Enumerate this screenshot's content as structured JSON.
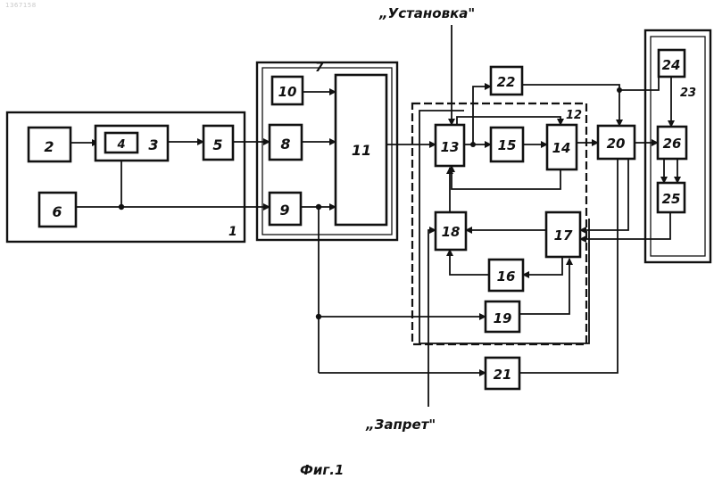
{
  "stamp": "1367158",
  "blocks": {
    "b2": "2",
    "b3": "3",
    "b4": "4",
    "b5": "5",
    "b6": "6",
    "b8": "8",
    "b9": "9",
    "b10": "10",
    "b11": "11",
    "b13": "13",
    "b14": "14",
    "b15": "15",
    "b16": "16",
    "b17": "17",
    "b18": "18",
    "b19": "19",
    "b20": "20",
    "b21": "21",
    "b22": "22",
    "b24": "24",
    "b25": "25",
    "b26": "26"
  },
  "groups": {
    "g1": "1",
    "g7": "7",
    "g12": "12",
    "g23": "23"
  },
  "signals": {
    "setup": "„Установка\"",
    "inhibit": "„Запрет\""
  },
  "caption": "Фиг.1"
}
